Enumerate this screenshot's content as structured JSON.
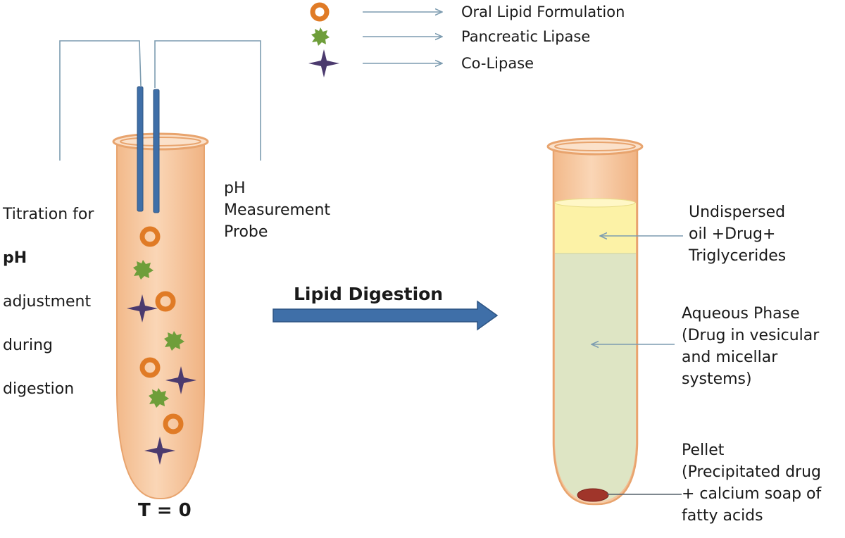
{
  "legend": {
    "oral_lipid_formulation": "Oral Lipid Formulation",
    "pancreatic_lipase": "Pancreatic Lipase",
    "co_lipase": "Co-Lipase"
  },
  "left_tube": {
    "titration_label_line1": "Titration for",
    "titration_label_line2": "pH",
    "titration_label_line3": "adjustment",
    "titration_label_line4": "during",
    "titration_label_line5": "digestion",
    "probe_label": "pH\nMeasurement\nProbe",
    "time_label": "T = 0"
  },
  "process_arrow_label": "Lipid Digestion",
  "right_tube": {
    "oil_layer_label": "Undispersed\noil +Drug+\nTriglycerides",
    "aqueous_label": "Aqueous Phase\n(Drug in vesicular\nand micellar\nsystems)",
    "pellet_label": "Pellet\n(Precipitated drug\n+ calcium soap of\nfatty acids"
  },
  "colors": {
    "tube_fill": "#F8C9A2",
    "tube_stroke": "#E8A46E",
    "probe": "#3F6FA8",
    "lipid_ring": "#E07B26",
    "lipase": "#6E9E3A",
    "co_lipase": "#4B3A6E",
    "oil_layer": "#FCF2A6",
    "aqueous_layer": "#DEE5C4",
    "pellet": "#A0352A",
    "arrow": "#3F6FA8",
    "thin_arrow": "#7D9CB0"
  }
}
